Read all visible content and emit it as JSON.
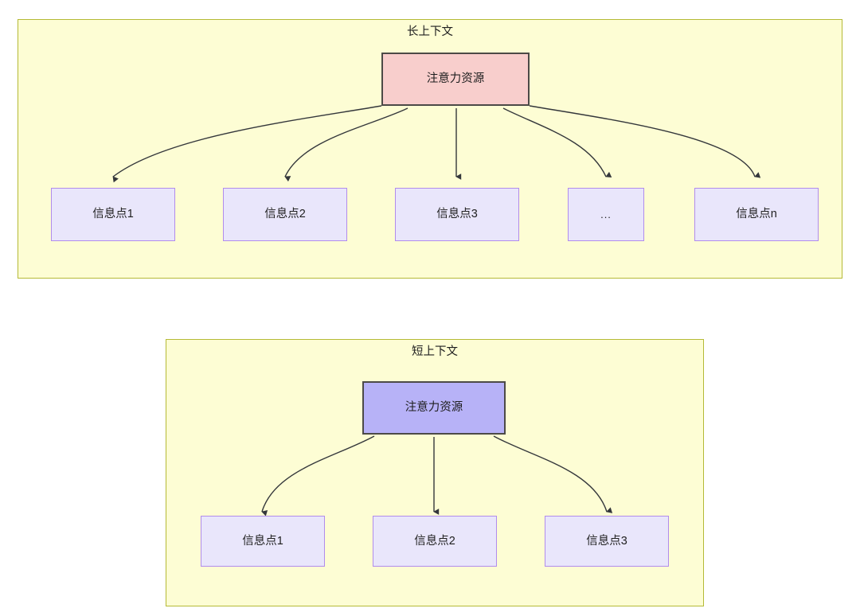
{
  "diagram": {
    "title_long": "长上下文",
    "title_short": "短上下文",
    "colors": {
      "group_fill": "#fdfdd4",
      "group_border": "#b5ba36",
      "attention_long_fill": "#f8cecc",
      "attention_short_fill": "#b7b2f7",
      "node_border_dark": "#4c4a47",
      "info_fill": "#e9e6fb",
      "info_border": "#b18cec",
      "edge_color": "#34373b",
      "text_color": "#1f1f1f"
    },
    "long_context": {
      "title": "长上下文",
      "root": {
        "label": "注意力资源"
      },
      "children": [
        {
          "label": "信息点1"
        },
        {
          "label": "信息点2"
        },
        {
          "label": "信息点3"
        },
        {
          "label": "..."
        },
        {
          "label": "信息点n"
        }
      ]
    },
    "short_context": {
      "title": "短上下文",
      "root": {
        "label": "注意力资源"
      },
      "children": [
        {
          "label": "信息点1"
        },
        {
          "label": "信息点2"
        },
        {
          "label": "信息点3"
        }
      ]
    }
  }
}
